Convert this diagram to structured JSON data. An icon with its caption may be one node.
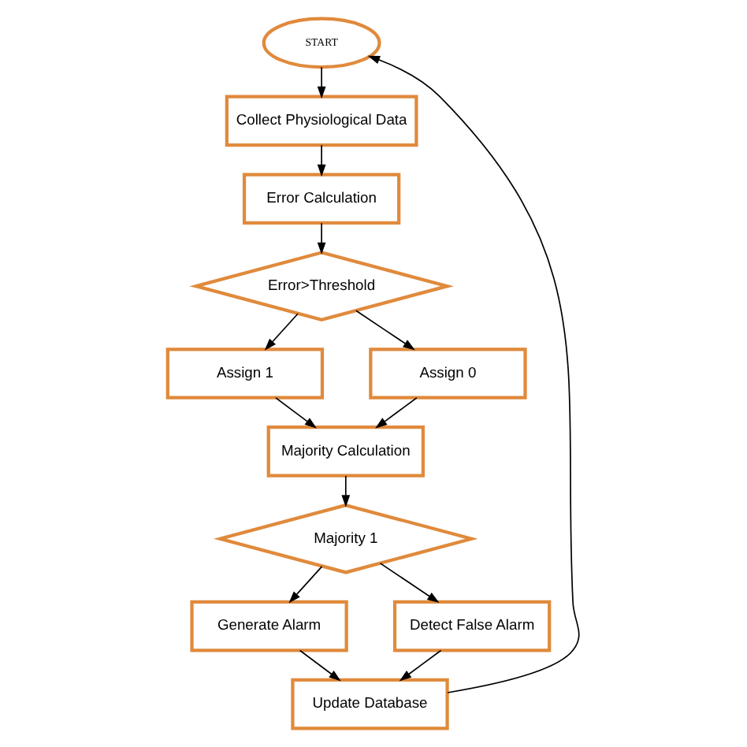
{
  "diagram": {
    "nodes": [
      {
        "text": [
          "START"
        ]
      },
      {
        "text": [
          "Collect Physiological Data"
        ]
      },
      {
        "text": [
          "Error Calculation"
        ]
      },
      {
        "text": [
          "Error>Threshold"
        ]
      },
      {
        "text": [
          "Assign 1"
        ]
      },
      {
        "text": [
          "Assign 0"
        ]
      },
      {
        "text": [
          "Majority Calculation"
        ]
      },
      {
        "text": [
          "Majority 1"
        ]
      },
      {
        "text": [
          "Generate Alarm"
        ]
      },
      {
        "text": [
          "Detect False Alarm"
        ]
      },
      {
        "text": [
          "Update Database"
        ]
      }
    ],
    "edges": [
      {
        "from": 0,
        "to": 1,
        "arrow": "to"
      },
      {
        "from": 1,
        "to": 2,
        "arrow": "to"
      },
      {
        "from": 2,
        "to": 3,
        "arrow": "to"
      },
      {
        "from": 3,
        "to": 4,
        "arrow": "to"
      },
      {
        "from": 3,
        "to": 5,
        "arrow": "to"
      },
      {
        "from": 4,
        "to": 6,
        "arrow": "to"
      },
      {
        "from": 5,
        "to": 6,
        "arrow": "to"
      },
      {
        "from": 6,
        "to": 7,
        "arrow": "to"
      },
      {
        "from": 7,
        "to": 8,
        "arrow": "to"
      },
      {
        "from": 7,
        "to": 9,
        "arrow": "to"
      },
      {
        "from": 8,
        "to": 10,
        "arrow": "to"
      },
      {
        "from": 9,
        "to": 10,
        "arrow": "to"
      },
      {
        "from": 10,
        "to": 0,
        "arrow": "to"
      }
    ]
  }
}
